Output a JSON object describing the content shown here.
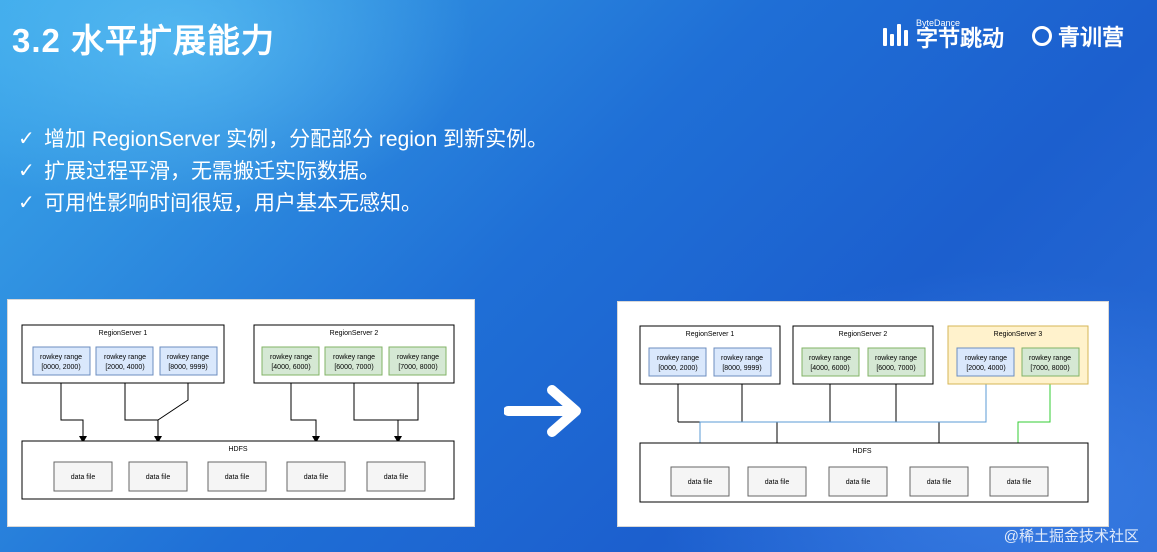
{
  "slide": {
    "title": "3.2 水平扩展能力",
    "logo_bytedance_small": "ByteDance",
    "logo_bytedance_big": "字节跳动",
    "logo_qingxun": "青训营",
    "watermark": "@稀土掘金技术社区"
  },
  "bullets": [
    {
      "check": "✓",
      "text": "增加 RegionServer 实例，分配部分 region 到新实例。"
    },
    {
      "check": "✓",
      "text": "扩展过程平滑，无需搬迁实际数据。"
    },
    {
      "check": "✓",
      "text": "可用性影响时间很短，用户基本无感知。"
    }
  ],
  "colors": {
    "blue_box": "#dae8fc",
    "blue_border": "#6c8ebf",
    "green_box": "#d5e8d4",
    "green_border": "#82b366",
    "yellow_box": "#fff2cc",
    "yellow_border": "#d6b656",
    "blue_line": "#5b9bd5",
    "green_line": "#33cc33"
  },
  "diagram_before": {
    "servers": [
      {
        "label": "RegionServer 1",
        "regions": [
          {
            "line1": "rowkey range",
            "line2": "[0000, 2000)"
          },
          {
            "line1": "rowkey range",
            "line2": "[2000, 4000)"
          },
          {
            "line1": "rowkey range",
            "line2": "[8000, 9999)"
          }
        ]
      },
      {
        "label": "RegionServer 2",
        "regions": [
          {
            "line1": "rowkey range",
            "line2": "[4000, 6000)"
          },
          {
            "line1": "rowkey range",
            "line2": "[6000, 7000)"
          },
          {
            "line1": "rowkey range",
            "line2": "[7000, 8000)"
          }
        ]
      }
    ],
    "hdfs_label": "HDFS",
    "files": [
      "data file",
      "data file",
      "data file",
      "data file",
      "data file"
    ]
  },
  "diagram_after": {
    "servers": [
      {
        "label": "RegionServer 1",
        "regions": [
          {
            "line1": "rowkey range",
            "line2": "[0000, 2000)"
          },
          {
            "line1": "rowkey range",
            "line2": "[8000, 9999)"
          }
        ]
      },
      {
        "label": "RegionServer 2",
        "regions": [
          {
            "line1": "rowkey range",
            "line2": "[4000, 6000)"
          },
          {
            "line1": "rowkey range",
            "line2": "[6000, 7000)"
          }
        ]
      },
      {
        "label": "RegionServer 3",
        "regions": [
          {
            "line1": "rowkey range",
            "line2": "[2000, 4000)"
          },
          {
            "line1": "rowkey range",
            "line2": "[7000, 8000)"
          }
        ]
      }
    ],
    "hdfs_label": "HDFS",
    "files": [
      "data file",
      "data file",
      "data file",
      "data file",
      "data file"
    ]
  }
}
